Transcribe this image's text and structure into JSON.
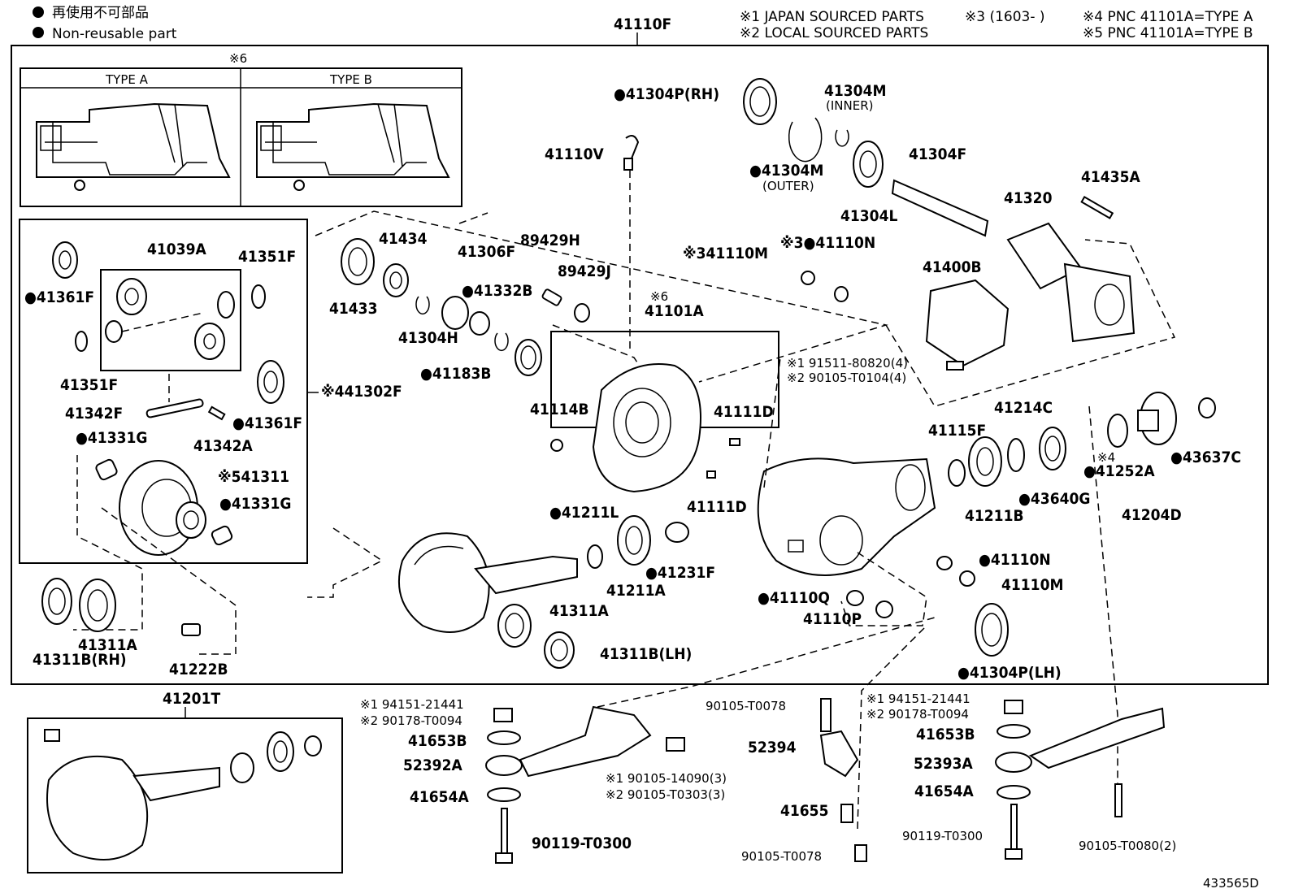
{
  "legend": {
    "bullet_ja": "再使用不可部品",
    "bullet_en": "Non-reusable part"
  },
  "notes": [
    "※1 JAPAN SOURCED PARTS",
    "※2 LOCAL SOURCED PARTS",
    "※3 (1603-      )",
    "※4 PNC 41101A=TYPE A",
    "※5 PNC 41101A=TYPE B"
  ],
  "diagram_id": "433565D",
  "type_box": {
    "ref": "※6",
    "type_a": "TYPE A",
    "type_b": "TYPE B"
  },
  "assembly_labels": {
    "main": "41110F",
    "ring_set": "41201T"
  },
  "part_labels": [
    "●41304P(RH)",
    "41304M",
    "(INNER)",
    "●41304M",
    "(OUTER)",
    "41304F",
    "41304L",
    "41110V",
    "41320",
    "41435A",
    "41400B",
    "※341110M",
    "※3●41110N",
    "41434",
    "41433",
    "41306F",
    "89429H",
    "89429J",
    "●41332B",
    "41304H",
    "●41183B",
    "※6",
    "41101A",
    "41114B",
    "41111D",
    "41111D",
    "※1 91511-80820(4)",
    "※2 90105-T0104(4)",
    "41039A",
    "41351F",
    "●41361F",
    "41351F",
    "41342F",
    "41342A",
    "●41361F",
    "※441302F",
    "●41331G",
    "※541311",
    "●41331G",
    "41115F",
    "41214C",
    "●41211L",
    "●41231F",
    "41211A",
    "41211B",
    "●43640G",
    "※4",
    "●41252A",
    "41204D",
    "●43637C",
    "●41110N",
    "41110M",
    "●41110Q",
    "41110P",
    "41311A",
    "41311B(LH)",
    "●41304P(LH)",
    "41311B(RH)",
    "41311A",
    "41222B",
    "※1 94151-21441",
    "※2 90178-T0094",
    "41653B",
    "52392A",
    "※1 90105-14090(3)",
    "※2 90105-T0303(3)",
    "41654A",
    "90119-T0300",
    "90105-T0078",
    "52394",
    "41655",
    "90105-T0078",
    "※1 94151-21441",
    "※2 90178-T0094",
    "41653B",
    "52393A",
    "41654A",
    "90119-T0300",
    "90105-T0080(2)"
  ]
}
